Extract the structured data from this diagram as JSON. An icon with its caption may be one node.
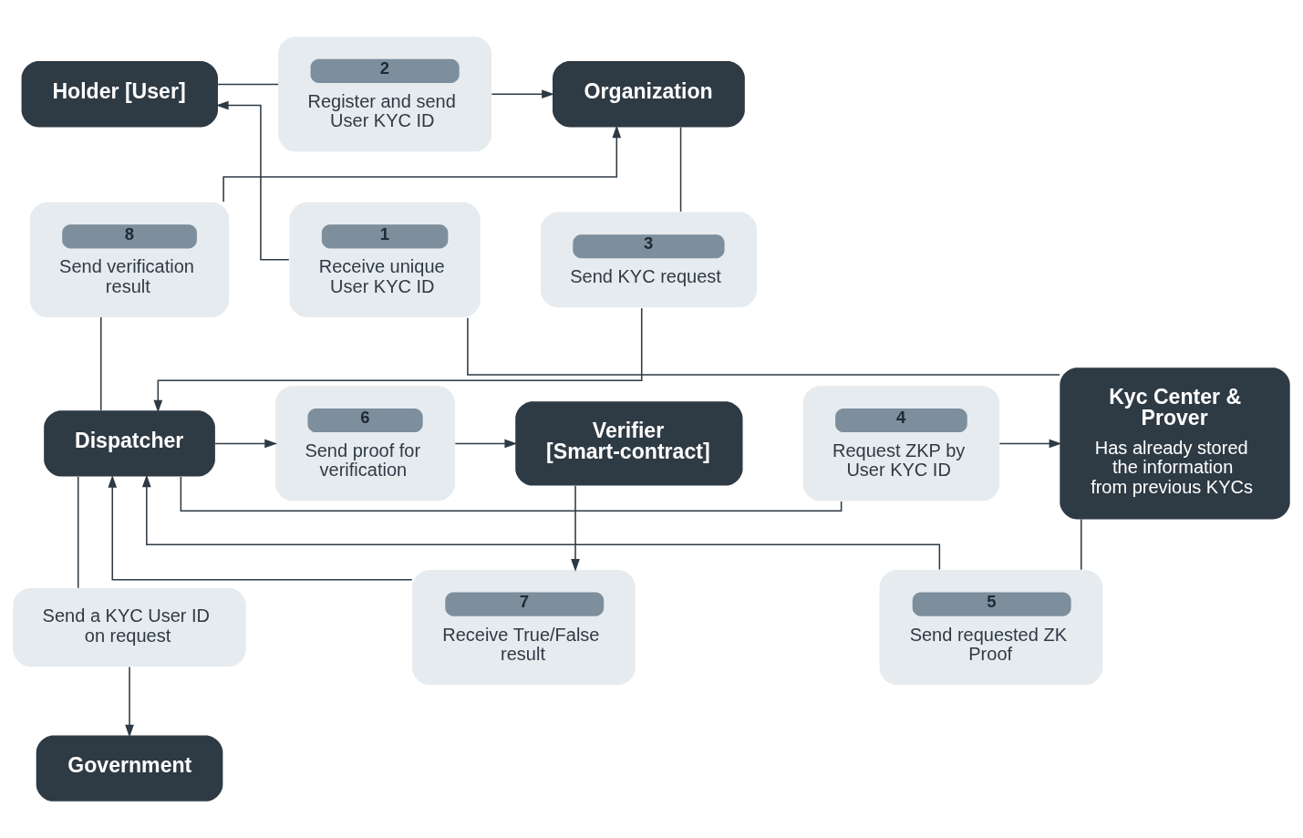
{
  "diagram": {
    "nodes": [
      {
        "text": [
          "Holder [User]"
        ]
      },
      {
        "text": [
          "2",
          "Register and send User KYC ID"
        ]
      },
      {
        "text": [
          "Organization"
        ]
      },
      {
        "text": [
          "1",
          "Receive unique User KYC ID"
        ]
      },
      {
        "text": [
          "3",
          "Send KYC request"
        ]
      },
      {
        "text": [
          "8",
          "Send verification result"
        ]
      },
      {
        "text": [
          "Kyc Center & Prover",
          "Has already stored the information from previous KYCs"
        ]
      },
      {
        "text": [
          "4",
          "Request ZKP by User KYC ID"
        ]
      },
      {
        "text": [
          "Dispatcher"
        ]
      },
      {
        "text": [
          "6",
          "Send proof for verification"
        ]
      },
      {
        "text": [
          "Verifier [Smart-contract]"
        ]
      },
      {
        "text": [
          "5",
          "Send requested ZK Proof"
        ]
      },
      {
        "text": [
          "7",
          "Receive True/False result"
        ]
      },
      {
        "text": [
          "Send a KYC User ID on request"
        ]
      },
      {
        "text": [
          "Government"
        ]
      }
    ],
    "edges": [
      {
        "from": 6,
        "to": 3,
        "arrow": "none"
      },
      {
        "from": 3,
        "to": 0,
        "arrow": "to"
      },
      {
        "from": 0,
        "to": 1,
        "arrow": "none"
      },
      {
        "from": 1,
        "to": 2,
        "arrow": "to"
      },
      {
        "from": 2,
        "to": 4,
        "arrow": "none"
      },
      {
        "from": 4,
        "to": 8,
        "arrow": "to"
      },
      {
        "from": 8,
        "to": 5,
        "arrow": "none"
      },
      {
        "from": 5,
        "to": 2,
        "arrow": "to"
      },
      {
        "from": 8,
        "to": 7,
        "arrow": "none"
      },
      {
        "from": 7,
        "to": 6,
        "arrow": "to"
      },
      {
        "from": 6,
        "to": 11,
        "arrow": "none"
      },
      {
        "from": 11,
        "to": 8,
        "arrow": "to"
      },
      {
        "from": 8,
        "to": 9,
        "arrow": "to"
      },
      {
        "from": 9,
        "to": 10,
        "arrow": "to"
      },
      {
        "from": 10,
        "to": 12,
        "arrow": "to"
      },
      {
        "from": 12,
        "to": 8,
        "arrow": "to"
      },
      {
        "from": 8,
        "to": 13,
        "arrow": "none"
      },
      {
        "from": 13,
        "to": 14,
        "arrow": "to"
      }
    ]
  }
}
